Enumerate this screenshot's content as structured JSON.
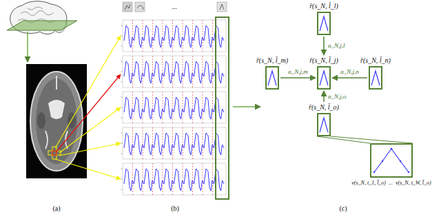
{
  "diagram": {
    "nodes": [
      {
        "text": [
          "r̄(s_N, l̄_l)"
        ]
      },
      {
        "text": [
          "r̄(s_N, l̄_m)"
        ]
      },
      {
        "text": [
          "r̄(s_N, l̄_j)"
        ]
      },
      {
        "text": [
          "r̄(s_N, l̄_n)"
        ]
      },
      {
        "text": [
          "r̄(s_N, l̄_o)"
        ]
      },
      {
        "text": [
          "v(s_N, t_1, l̄_o)",
          "...",
          "v(s_N, t_W, l̄_o)"
        ]
      }
    ],
    "edges": [
      {
        "from": 0,
        "to": 2,
        "arrow": "to",
        "label": "a_N,j,l"
      },
      {
        "from": 1,
        "to": 2,
        "arrow": "to",
        "label": "a_N,j,m"
      },
      {
        "from": 3,
        "to": 2,
        "arrow": "to",
        "label": "a_N,j,n"
      },
      {
        "from": 4,
        "to": 2,
        "arrow": "to",
        "label": "a_N,j,o"
      },
      {
        "from": 4,
        "to": 5,
        "arrow": "none"
      }
    ],
    "labels": [
      "...",
      "(a)",
      "(b)",
      "(c)"
    ]
  }
}
